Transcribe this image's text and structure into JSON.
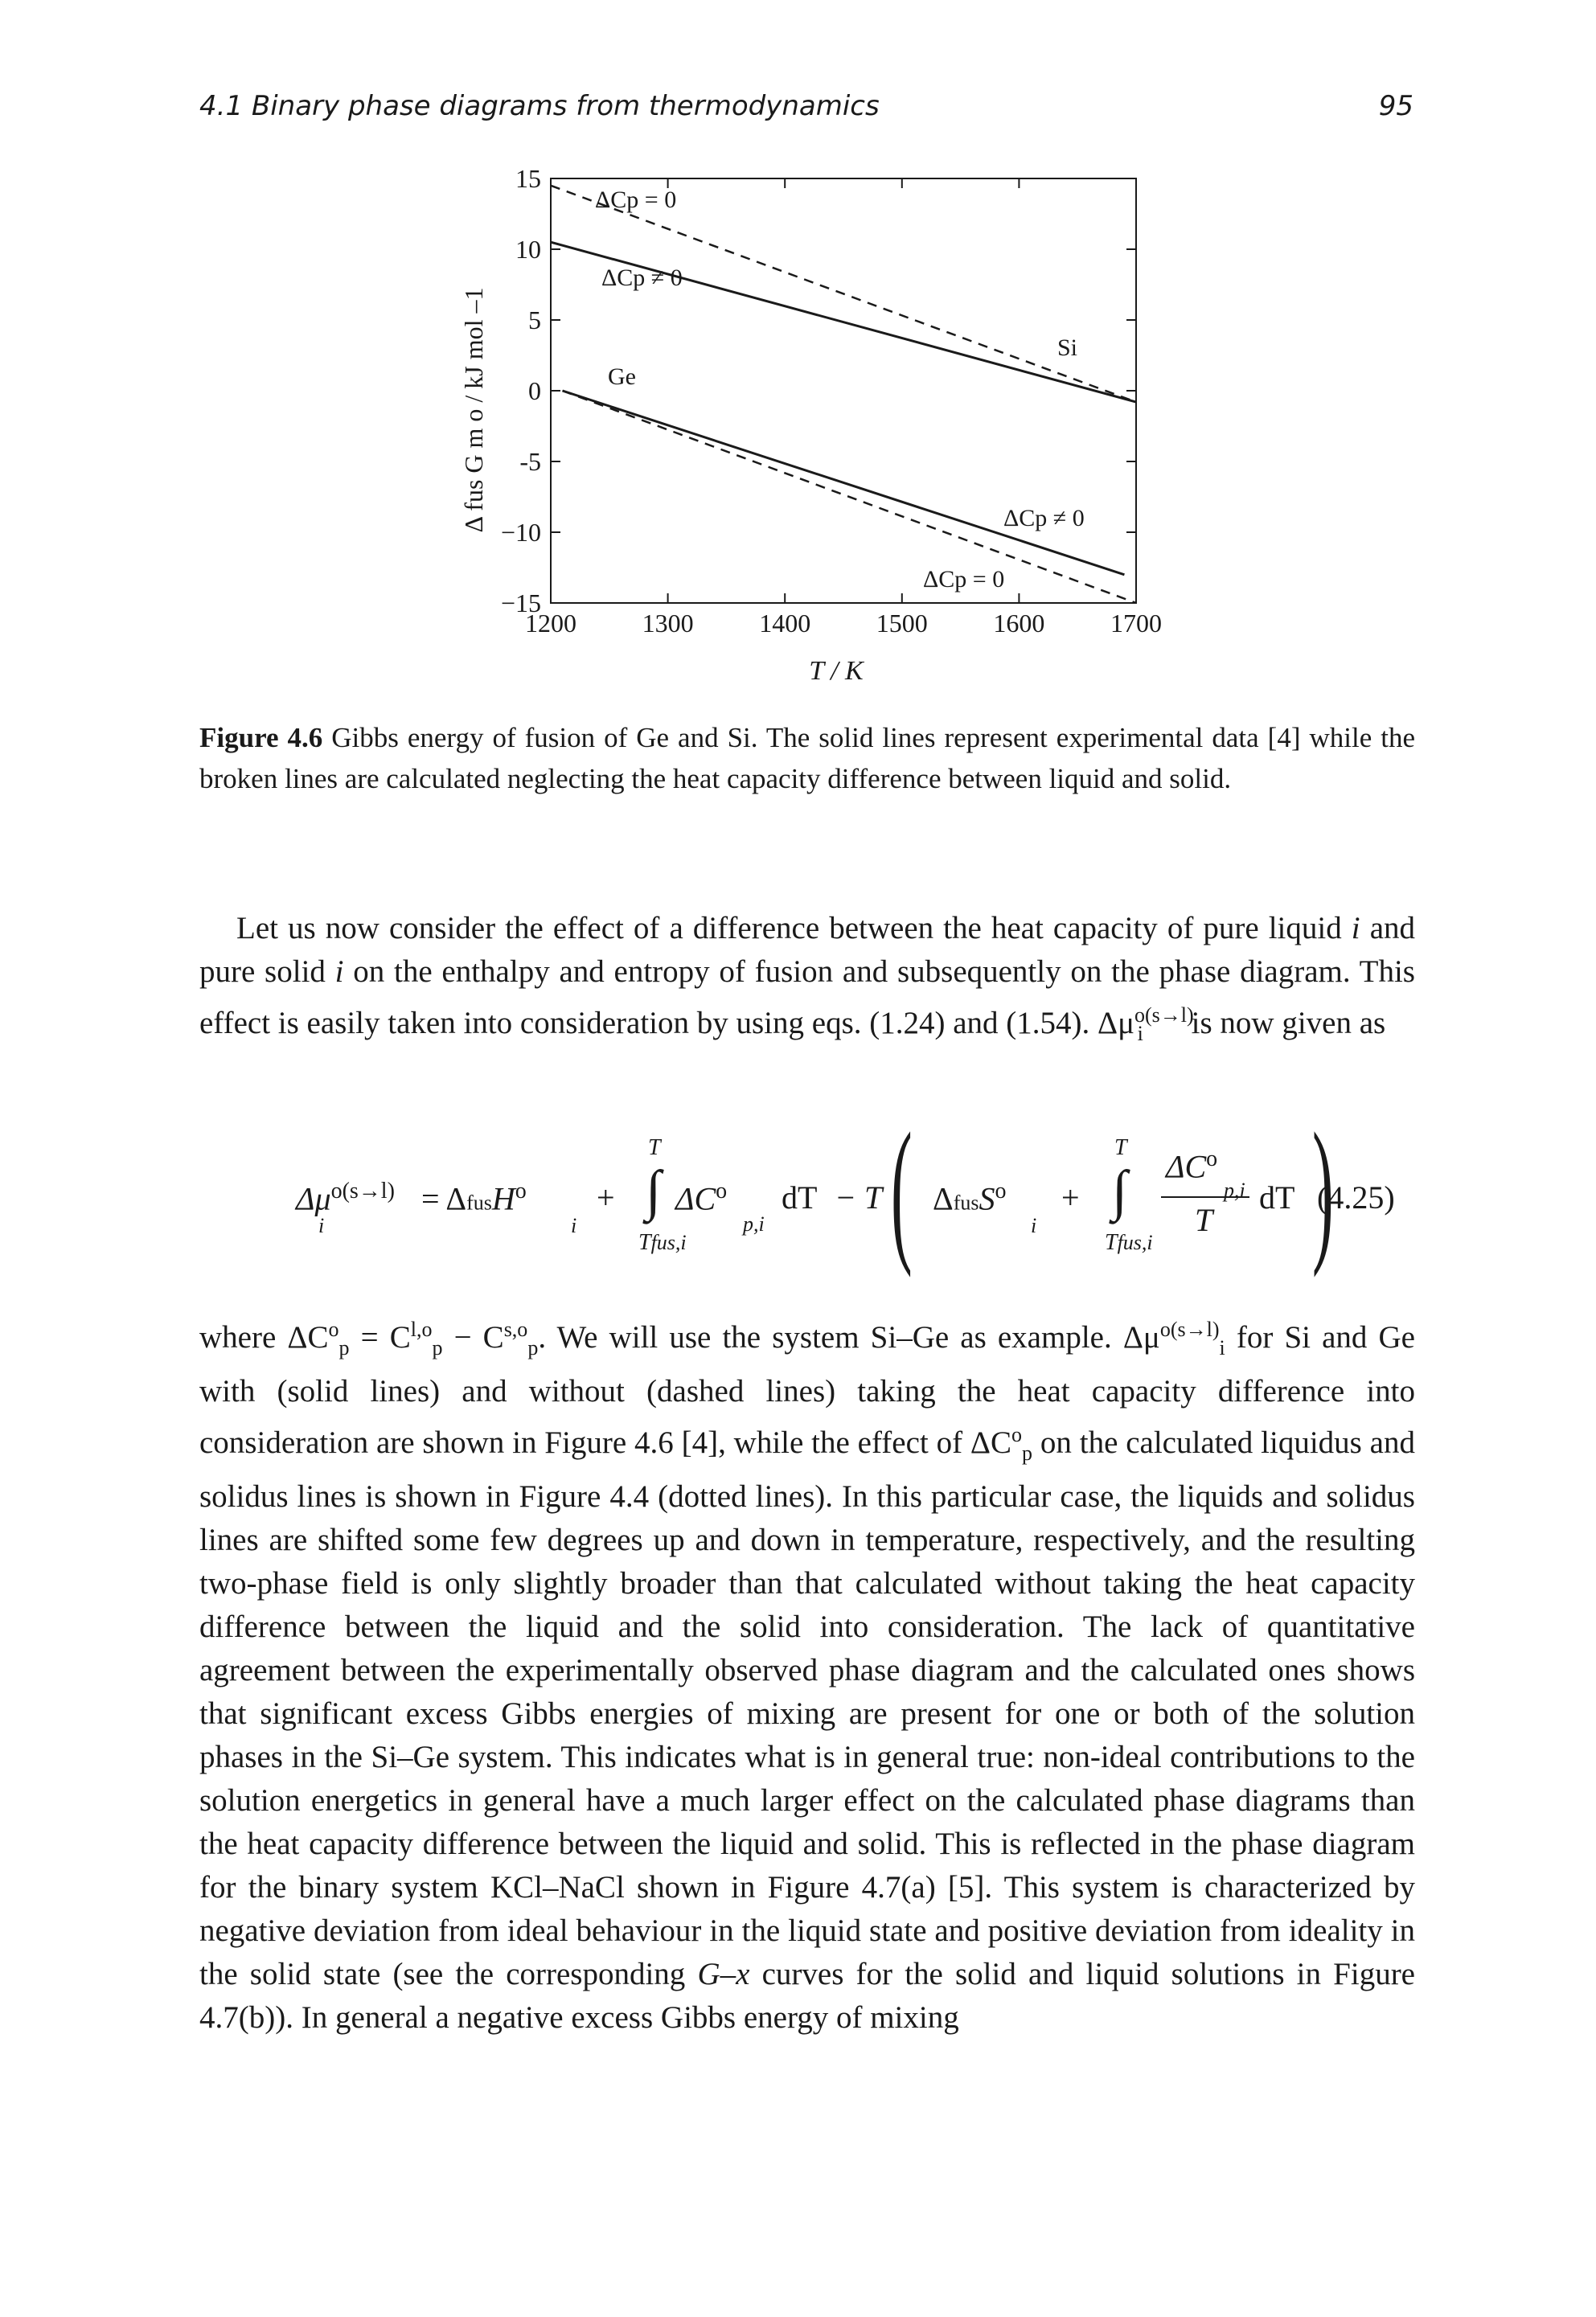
{
  "running_head": {
    "title": "4.1 Binary phase diagrams from thermodynamics",
    "page_number": "95"
  },
  "figure": {
    "y_axis_label": "Δ fus G m o / kJ mol –1",
    "x_axis_label": "T / K",
    "x_ticks": [
      "1200",
      "1300",
      "1400",
      "1500",
      "1600",
      "1700"
    ],
    "y_ticks": [
      "15",
      "10",
      "5",
      "0",
      "-5",
      "−10",
      "−15"
    ],
    "annotations": {
      "si_dcp_zero": "ΔCp = 0",
      "si_dcp_nonzero": "ΔCp ≠ 0",
      "si_label": "Si",
      "ge_label": "Ge",
      "ge_dcp_nonzero": "ΔCp ≠ 0",
      "ge_dcp_zero": "ΔCp = 0"
    }
  },
  "chart_data": {
    "type": "line",
    "title": "",
    "xlabel": "T / K",
    "ylabel": "ΔfusG°m / kJ mol−1",
    "xlim": [
      1200,
      1700
    ],
    "ylim": [
      -15,
      15
    ],
    "grid": false,
    "series": [
      {
        "name": "Si, ΔCp ≠ 0",
        "style": "solid",
        "x": [
          1200,
          1700
        ],
        "y": [
          10.5,
          -0.8
        ]
      },
      {
        "name": "Si, ΔCp = 0",
        "style": "dashed",
        "x": [
          1200,
          1700
        ],
        "y": [
          14.5,
          -0.8
        ]
      },
      {
        "name": "Ge, ΔCp ≠ 0",
        "style": "solid",
        "x": [
          1210,
          1690
        ],
        "y": [
          0.0,
          -13.0
        ]
      },
      {
        "name": "Ge, ΔCp = 0",
        "style": "dashed",
        "x": [
          1210,
          1700
        ],
        "y": [
          0.0,
          -15.0
        ]
      }
    ]
  },
  "caption": {
    "label": "Figure 4.6",
    "text": "Gibbs energy of fusion of Ge and Si. The solid lines represent experimental data [4] while the broken lines are calculated neglecting the heat capacity difference between liquid and solid."
  },
  "para1": {
    "before": "Let us now consider the effect of a difference between the heat capacity of pure liquid ",
    "i1": "i",
    "mid": " and pure solid ",
    "i2": "i",
    "after": " on the enthalpy and entropy of fusion and subsequently on the phase diagram. This effect is easily taken into consideration by using eqs. (1.24) and (1.54). Δμ",
    "sup": "o(s→l)",
    "sub": "i",
    "end": " is now given as"
  },
  "equation": {
    "lhs": "Δμ",
    "lhs_sup": "o(s→l)",
    "lhs_sub": "i",
    "eq1": "= Δ",
    "fus": "fus",
    "H": "H",
    "H_sup": "o",
    "H_sub": "i",
    "plus1": "+",
    "int_upper1": "T",
    "int_lower1": "T",
    "int_lower1_sub": "fus,i",
    "dCp": "ΔC",
    "dCp_sup": "o",
    "dCp_sub": "p,i",
    "dT": "dT",
    "minusT": "− T",
    "S": "S",
    "S_sup": "o",
    "S_sub": "i",
    "plus2": "+",
    "int_upper2": "T",
    "int_lower2": "T",
    "int_lower2_sub": "fus,i",
    "frac_num": "ΔC",
    "frac_num_sup": "o",
    "frac_num_sub": "p,i",
    "frac_den": "T",
    "dT2": "dT",
    "number": "(4.25)"
  },
  "para2": {
    "s1": "where ΔC",
    "s1_sub": "p",
    "s1_sup": "o",
    "s2": " = C",
    "s2_sup": "l,o",
    "s2_sub": "p",
    "s3": " − C",
    "s3_sup": "s,o",
    "s3_sub": "p",
    "s4": ". We will use the system Si–Ge as example. Δμ",
    "s4_sup": "o(s→l)",
    "s4_sub": "i",
    "s5": " for Si and Ge with (solid lines) and without (dashed lines) taking the heat capacity difference into consideration are shown in Figure 4.6 [4], while the effect of ΔC",
    "s5_sub": "p",
    "s5_sup": "o",
    "s6": " on the calculated liquidus and solidus lines is shown in Figure 4.4 (dotted lines). In this particular case, the liquids and solidus lines are shifted some few degrees up and down in temperature, respectively, and the resulting two-phase field is only slightly broader than that calculated without taking the heat capacity difference between the liquid and the solid into consideration. The lack of quantitative agreement between the experimentally observed phase diagram and the calculated ones shows that significant excess Gibbs energies of mixing are present for one or both of the solution phases in the Si–Ge system. This indicates what is in general true: non-ideal contributions to the solution energetics in general have a much larger effect on the calculated phase diagrams than the heat capacity difference between the liquid and solid. This is reflected in the phase diagram for the binary system KCl–NaCl shown in Figure 4.7(a) [5]. This system is characterized by negative deviation from ideal behaviour in the liquid state and positive deviation from ideality in the solid state (see the corresponding ",
    "s6_it": "G–x",
    "s7": " curves for the solid and liquid solutions in Figure 4.7(b)). In general a negative excess Gibbs energy of mixing"
  }
}
